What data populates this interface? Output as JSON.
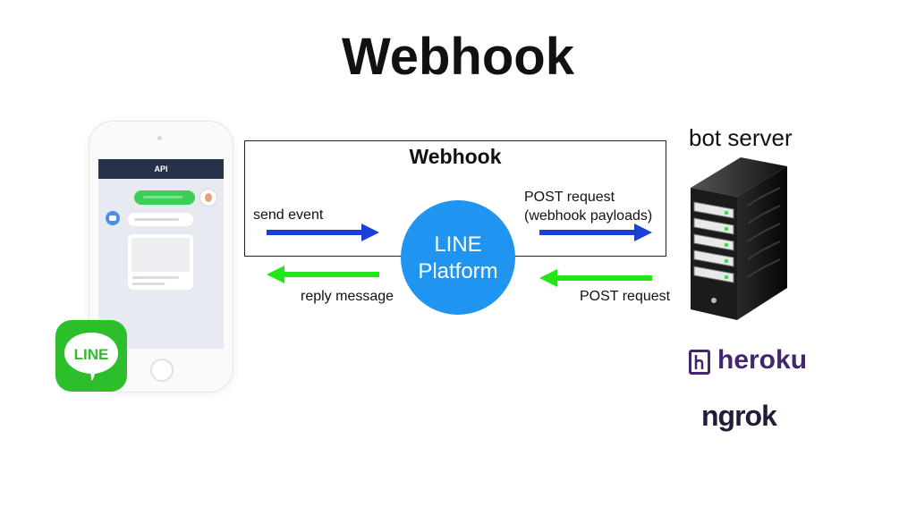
{
  "title": "Webhook",
  "phone": {
    "header_label": "API"
  },
  "line_logo_label": "LINE",
  "webhook_box": {
    "label": "Webhook"
  },
  "platform": {
    "line1": "LINE",
    "line2": "Platform"
  },
  "arrows": {
    "send_event": "send event",
    "post_request_top_1": "POST request",
    "post_request_top_2": "(webhook payloads)",
    "reply_message": "reply message",
    "post_request_bottom": "POST request"
  },
  "bot_server": {
    "title": "bot server"
  },
  "brands": {
    "heroku": "heroku",
    "ngrok": "ngrok"
  },
  "colors": {
    "blue_arrow": "#1a3fd9",
    "green_arrow": "#22e61a",
    "platform": "#1f94f0",
    "line_green": "#2dbe2c",
    "heroku_purple": "#43266f"
  }
}
